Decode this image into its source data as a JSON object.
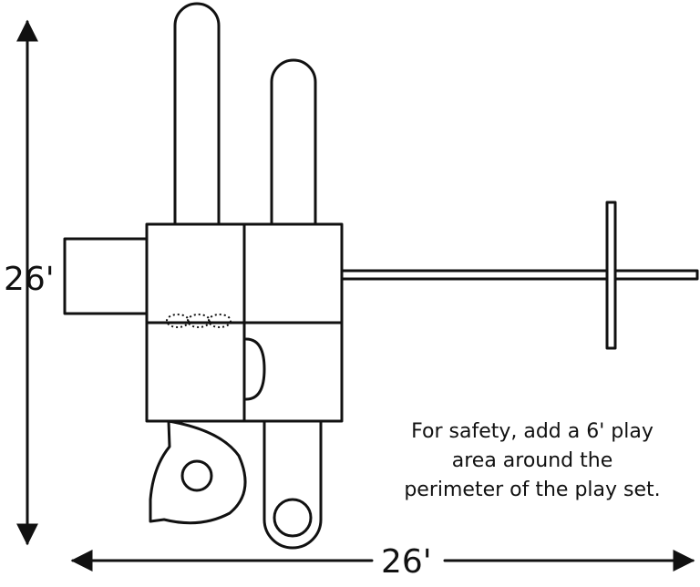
{
  "dimensions": {
    "height": "26'",
    "width": "26'"
  },
  "note": "For safety, add a 6' play\narea around the\nperimeter of the play set.",
  "colors": {
    "stroke": "#111111",
    "background": "#ffffff"
  }
}
